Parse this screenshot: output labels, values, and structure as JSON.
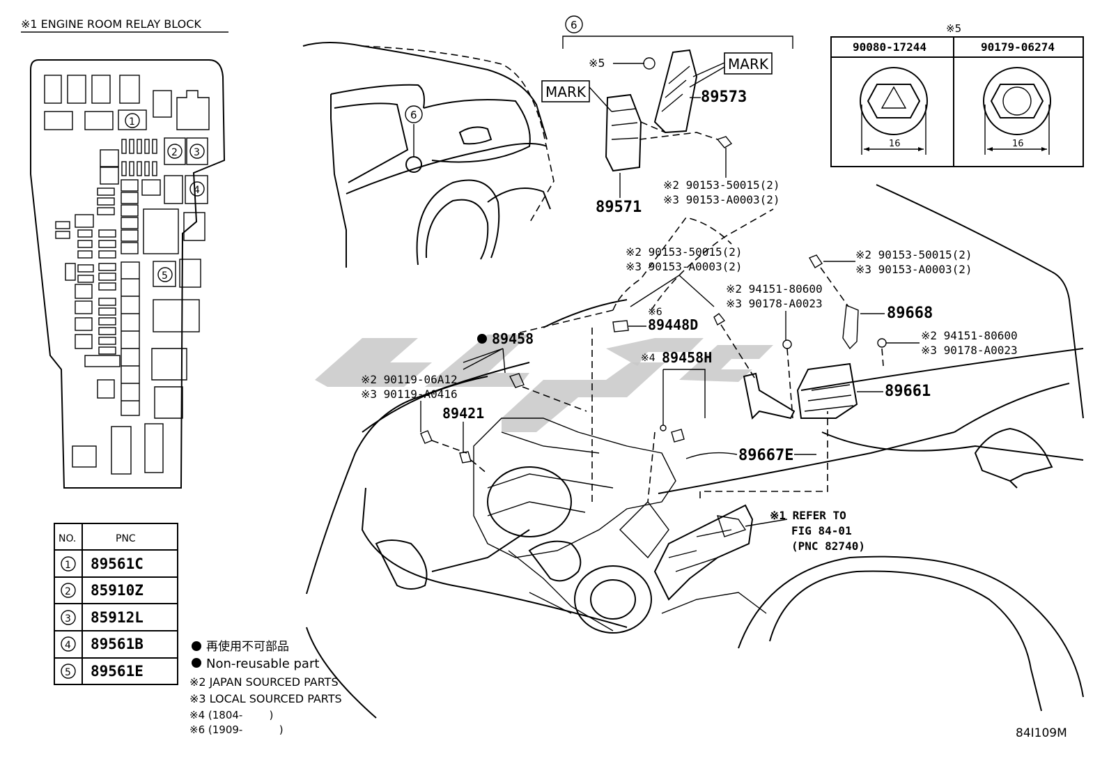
{
  "relay_block": {
    "title": "※1 ENGINE ROOM RELAY BLOCK",
    "markers": [
      "1",
      "2",
      "3",
      "4",
      "5"
    ]
  },
  "pnc_table": {
    "headers": [
      "NO.",
      "PNC"
    ],
    "rows": [
      {
        "no": "1",
        "pnc": "89561C"
      },
      {
        "no": "2",
        "pnc": "85910Z"
      },
      {
        "no": "3",
        "pnc": "85912L"
      },
      {
        "no": "4",
        "pnc": "89561B"
      },
      {
        "no": "5",
        "pnc": "89561E"
      }
    ]
  },
  "legend": {
    "nonreusable_jp": "再使用不可部品",
    "nonreusable_en": "Non-reusable part",
    "note2": "※2 JAPAN SOURCED PARTS",
    "note3": "※3 LOCAL SOURCED PARTS",
    "note4": "※4 (1804-        )",
    "note6": "※6 (1909-           )"
  },
  "detail6": {
    "marker": "6",
    "mark_left": "MARK",
    "mark_right": "MARK",
    "clip_ref": "※5",
    "part_89573": "89573",
    "part_89571": "89571",
    "bolt_jp": "※2 90153-50015(2)",
    "bolt_local": "※3 90153-A0003(2)"
  },
  "clip_table": {
    "title": "※5",
    "col1": "90080-17244",
    "col2": "90179-06274",
    "dim1": "16",
    "dim2": "16"
  },
  "car_marker": "6",
  "labels": {
    "bolt_a_jp": "※2 90153-50015(2)",
    "bolt_a_local": "※3 90153-A0003(2)",
    "bolt_b_jp": "※2 90153-50015(2)",
    "bolt_b_local": "※3 90153-A0003(2)",
    "nut_a_jp": "※2 94151-80600",
    "nut_a_local": "※3 90178-A0023",
    "nut_b_jp": "※2 94151-80600",
    "nut_b_local": "※3 90178-A0023",
    "p89668": "89668",
    "p89661": "89661",
    "p89667E": "89667E",
    "p89448D_ref": "※6",
    "p89448D": "89448D",
    "p89458": "89458",
    "p89458H_ref": "※4",
    "p89458H": "89458H",
    "p89421": "89421",
    "screw_jp": "※2 90119-06A12",
    "screw_local": "※3 90119-A0416",
    "refer1": "※1 REFER TO",
    "refer2": "FIG 84-01",
    "refer3": "(PNC 82740)"
  },
  "fig_id": "84I109M"
}
